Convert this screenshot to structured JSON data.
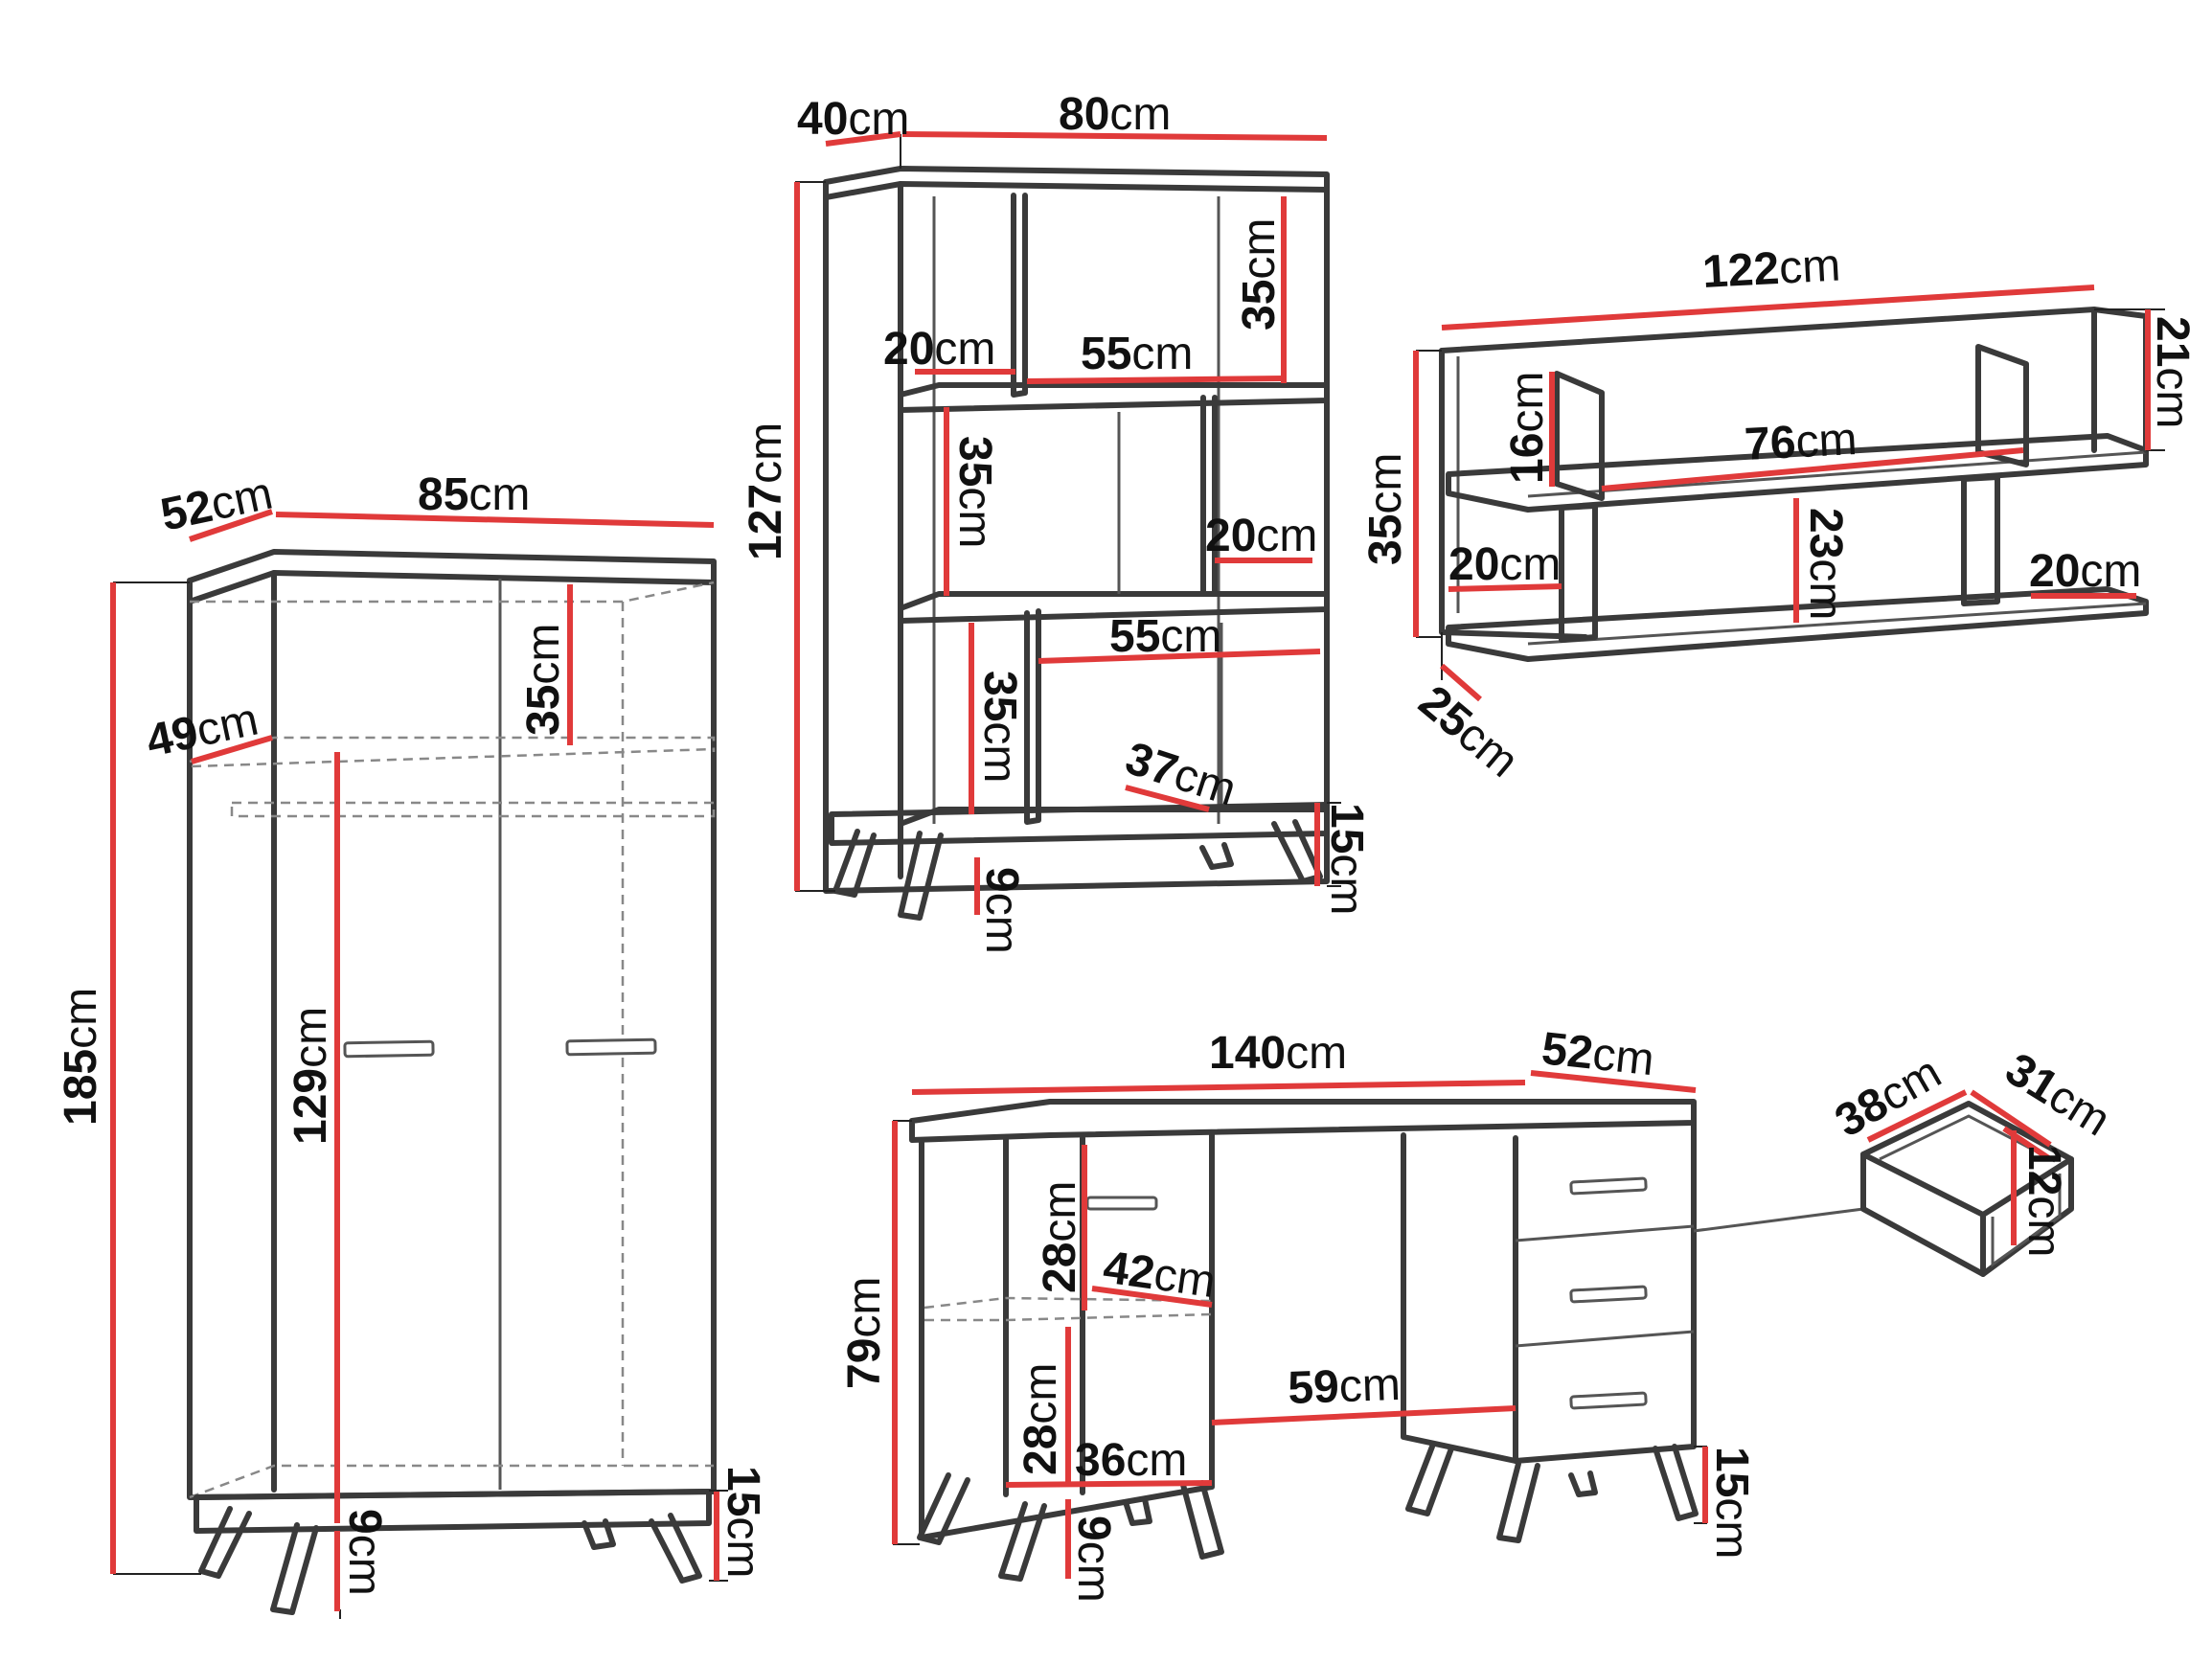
{
  "unit": "cm",
  "wardrobe": {
    "depth": "52",
    "width": "85",
    "height": "185",
    "inner_depth": "49",
    "top_shelf": "35",
    "hanging_height": "129",
    "leg_gap": "9",
    "leg_height": "15"
  },
  "bookcase": {
    "depth": "40",
    "width": "80",
    "height": "127",
    "shelf_height_top": "35",
    "shelf_left_top": "20",
    "shelf_width_top": "55",
    "shelf_height_mid": "35",
    "shelf_right_mid": "20",
    "shelf_width_low": "55",
    "shelf_height_low": "35",
    "shelf_depth_low": "37",
    "leg_gap": "9",
    "leg_height": "15"
  },
  "wall_shelf": {
    "width": "122",
    "side_height": "21",
    "height": "35",
    "depth": "25",
    "divider_height": "16",
    "inner_width": "76",
    "inner_height": "23",
    "left_shelf": "20",
    "right_shelf": "20"
  },
  "desk": {
    "width": "140",
    "depth": "52",
    "height": "79",
    "cabinet_height_top": "28",
    "cabinet_depth": "42",
    "cabinet_height_low": "28",
    "cabinet_width": "36",
    "knee_width": "59",
    "leg_gap": "9",
    "leg_height": "15"
  },
  "drawer": {
    "depth": "38",
    "width": "31",
    "height": "12"
  }
}
